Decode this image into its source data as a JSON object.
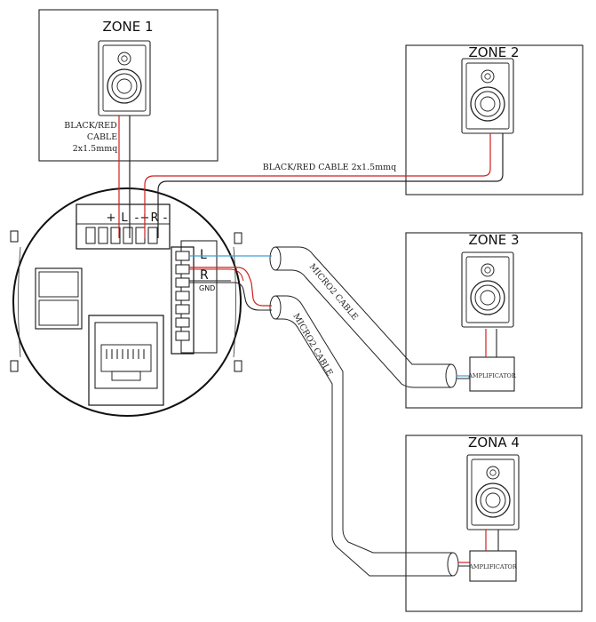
{
  "zones": [
    {
      "id": "zone1",
      "title": "ZONE 1"
    },
    {
      "id": "zone2",
      "title": "ZONE 2"
    },
    {
      "id": "zone3",
      "title": "ZONE 3"
    },
    {
      "id": "zone4",
      "title": "ZONA 4"
    }
  ],
  "cables": {
    "zone1_label": [
      "BLACK/RED",
      "CABLE",
      "2x1.5mmq"
    ],
    "zone2_label": "BLACK/RED CABLE  2x1.5mmq",
    "micro_upper": "MICRO2 CABLE",
    "micro_lower": "MICRO2 CABLE"
  },
  "amplifier_label": "AMPLIFICATOR",
  "terminals": {
    "top": [
      "+",
      "L",
      "-",
      "+",
      "R",
      "-"
    ],
    "side": [
      "L",
      "R",
      "GND"
    ]
  },
  "colors": {
    "red_wire": "#d11f1f",
    "blue_wire": "#3aa0d8",
    "black_wire": "#222222"
  }
}
